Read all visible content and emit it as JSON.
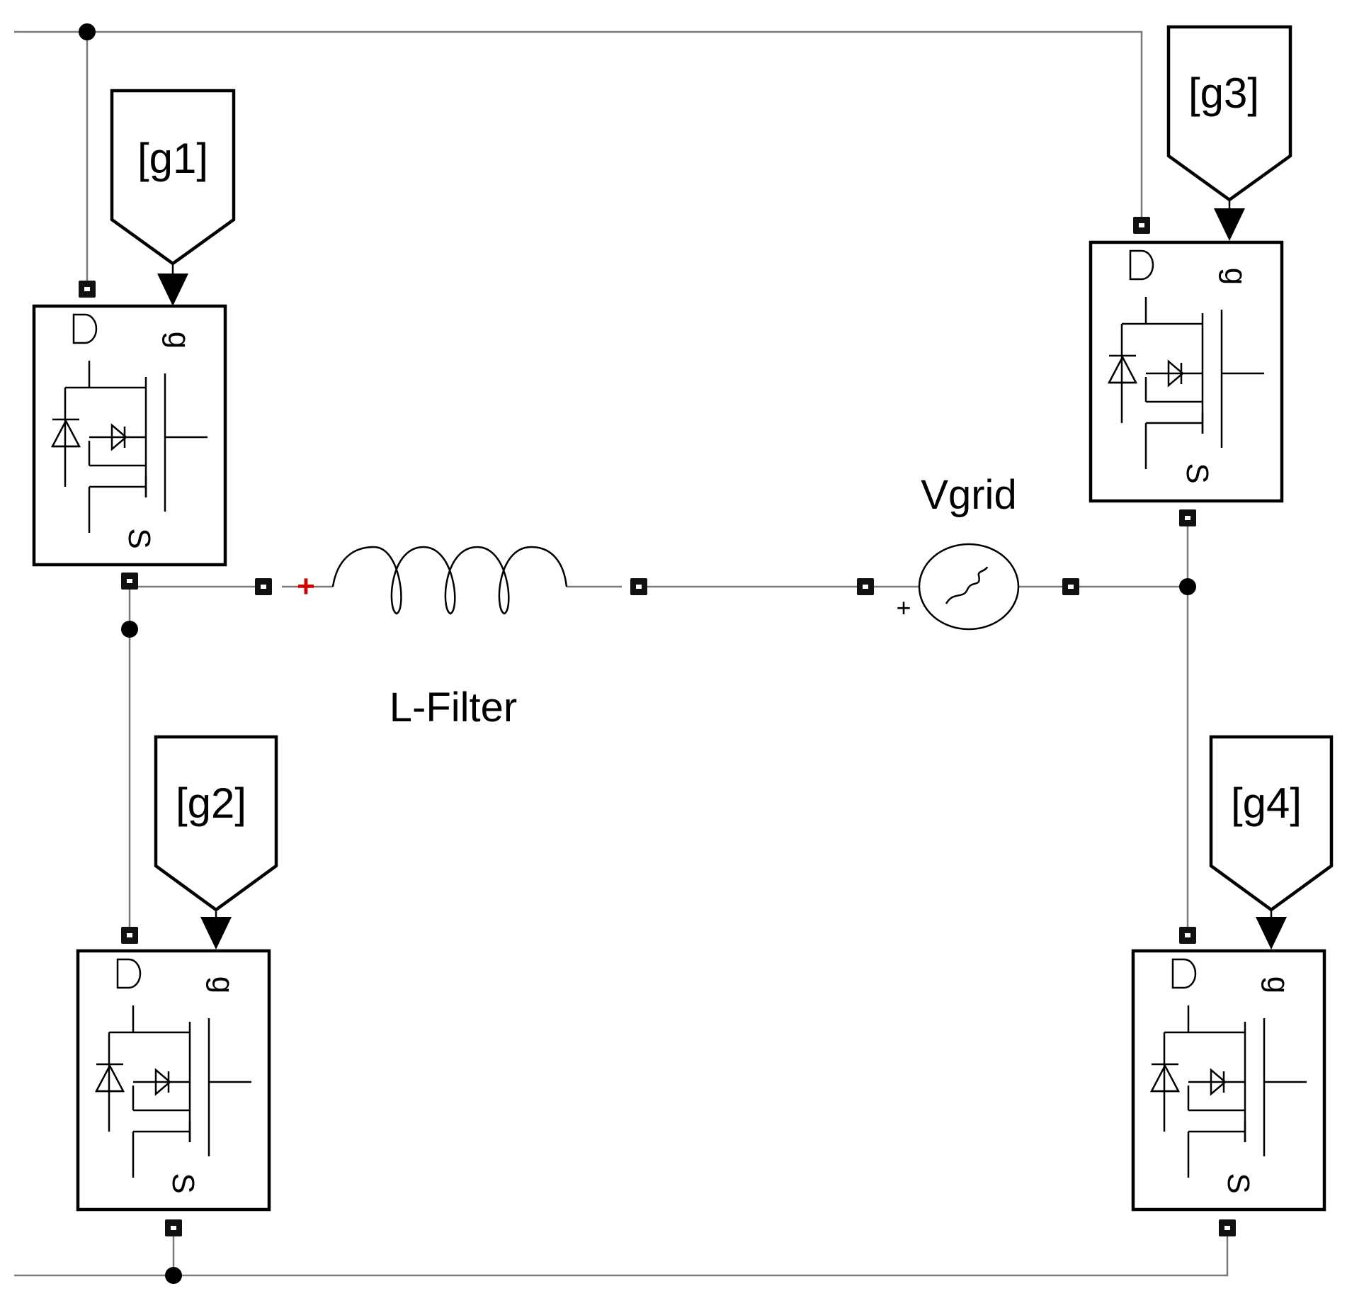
{
  "goto_tags": {
    "g1": "[g1]",
    "g2": "[g2]",
    "g3": "[g3]",
    "g4": "[g4]"
  },
  "switch_pins": {
    "drain": "D",
    "gate": "g",
    "source": "S"
  },
  "inductor": {
    "label": "L-Filter",
    "polarity": "+"
  },
  "grid_source": {
    "label": "Vgrid",
    "polarity": "+"
  },
  "colors": {
    "wire": "#7a7a7a",
    "symbol": "#000000",
    "polarity_mark": "#d40000"
  }
}
